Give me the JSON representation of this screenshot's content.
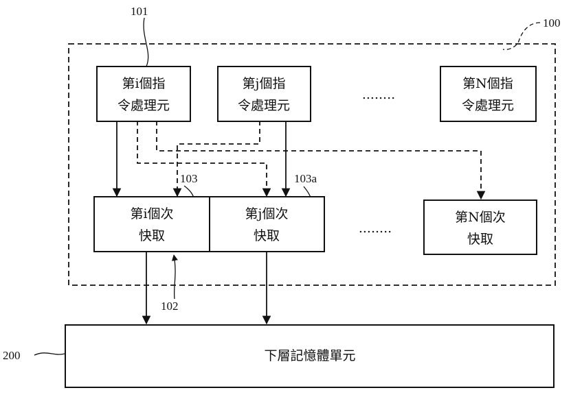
{
  "refs": {
    "r100": "100",
    "r101": "101",
    "r102": "102",
    "r103": "103",
    "r103a": "103a",
    "r200": "200"
  },
  "processors": {
    "i": {
      "line1": "第i個指",
      "line2": "令處理元"
    },
    "j": {
      "line1": "第j個指",
      "line2": "令處理元"
    },
    "n": {
      "line1": "第N個指",
      "line2": "令處理元"
    }
  },
  "caches": {
    "i": {
      "line1": "第i個次",
      "line2": "快取"
    },
    "j": {
      "line1": "第j個次",
      "line2": "快取"
    },
    "n": {
      "line1": "第N個次",
      "line2": "快取"
    }
  },
  "ellipsis": "........",
  "memory": {
    "label": "下層記憶體單元"
  }
}
